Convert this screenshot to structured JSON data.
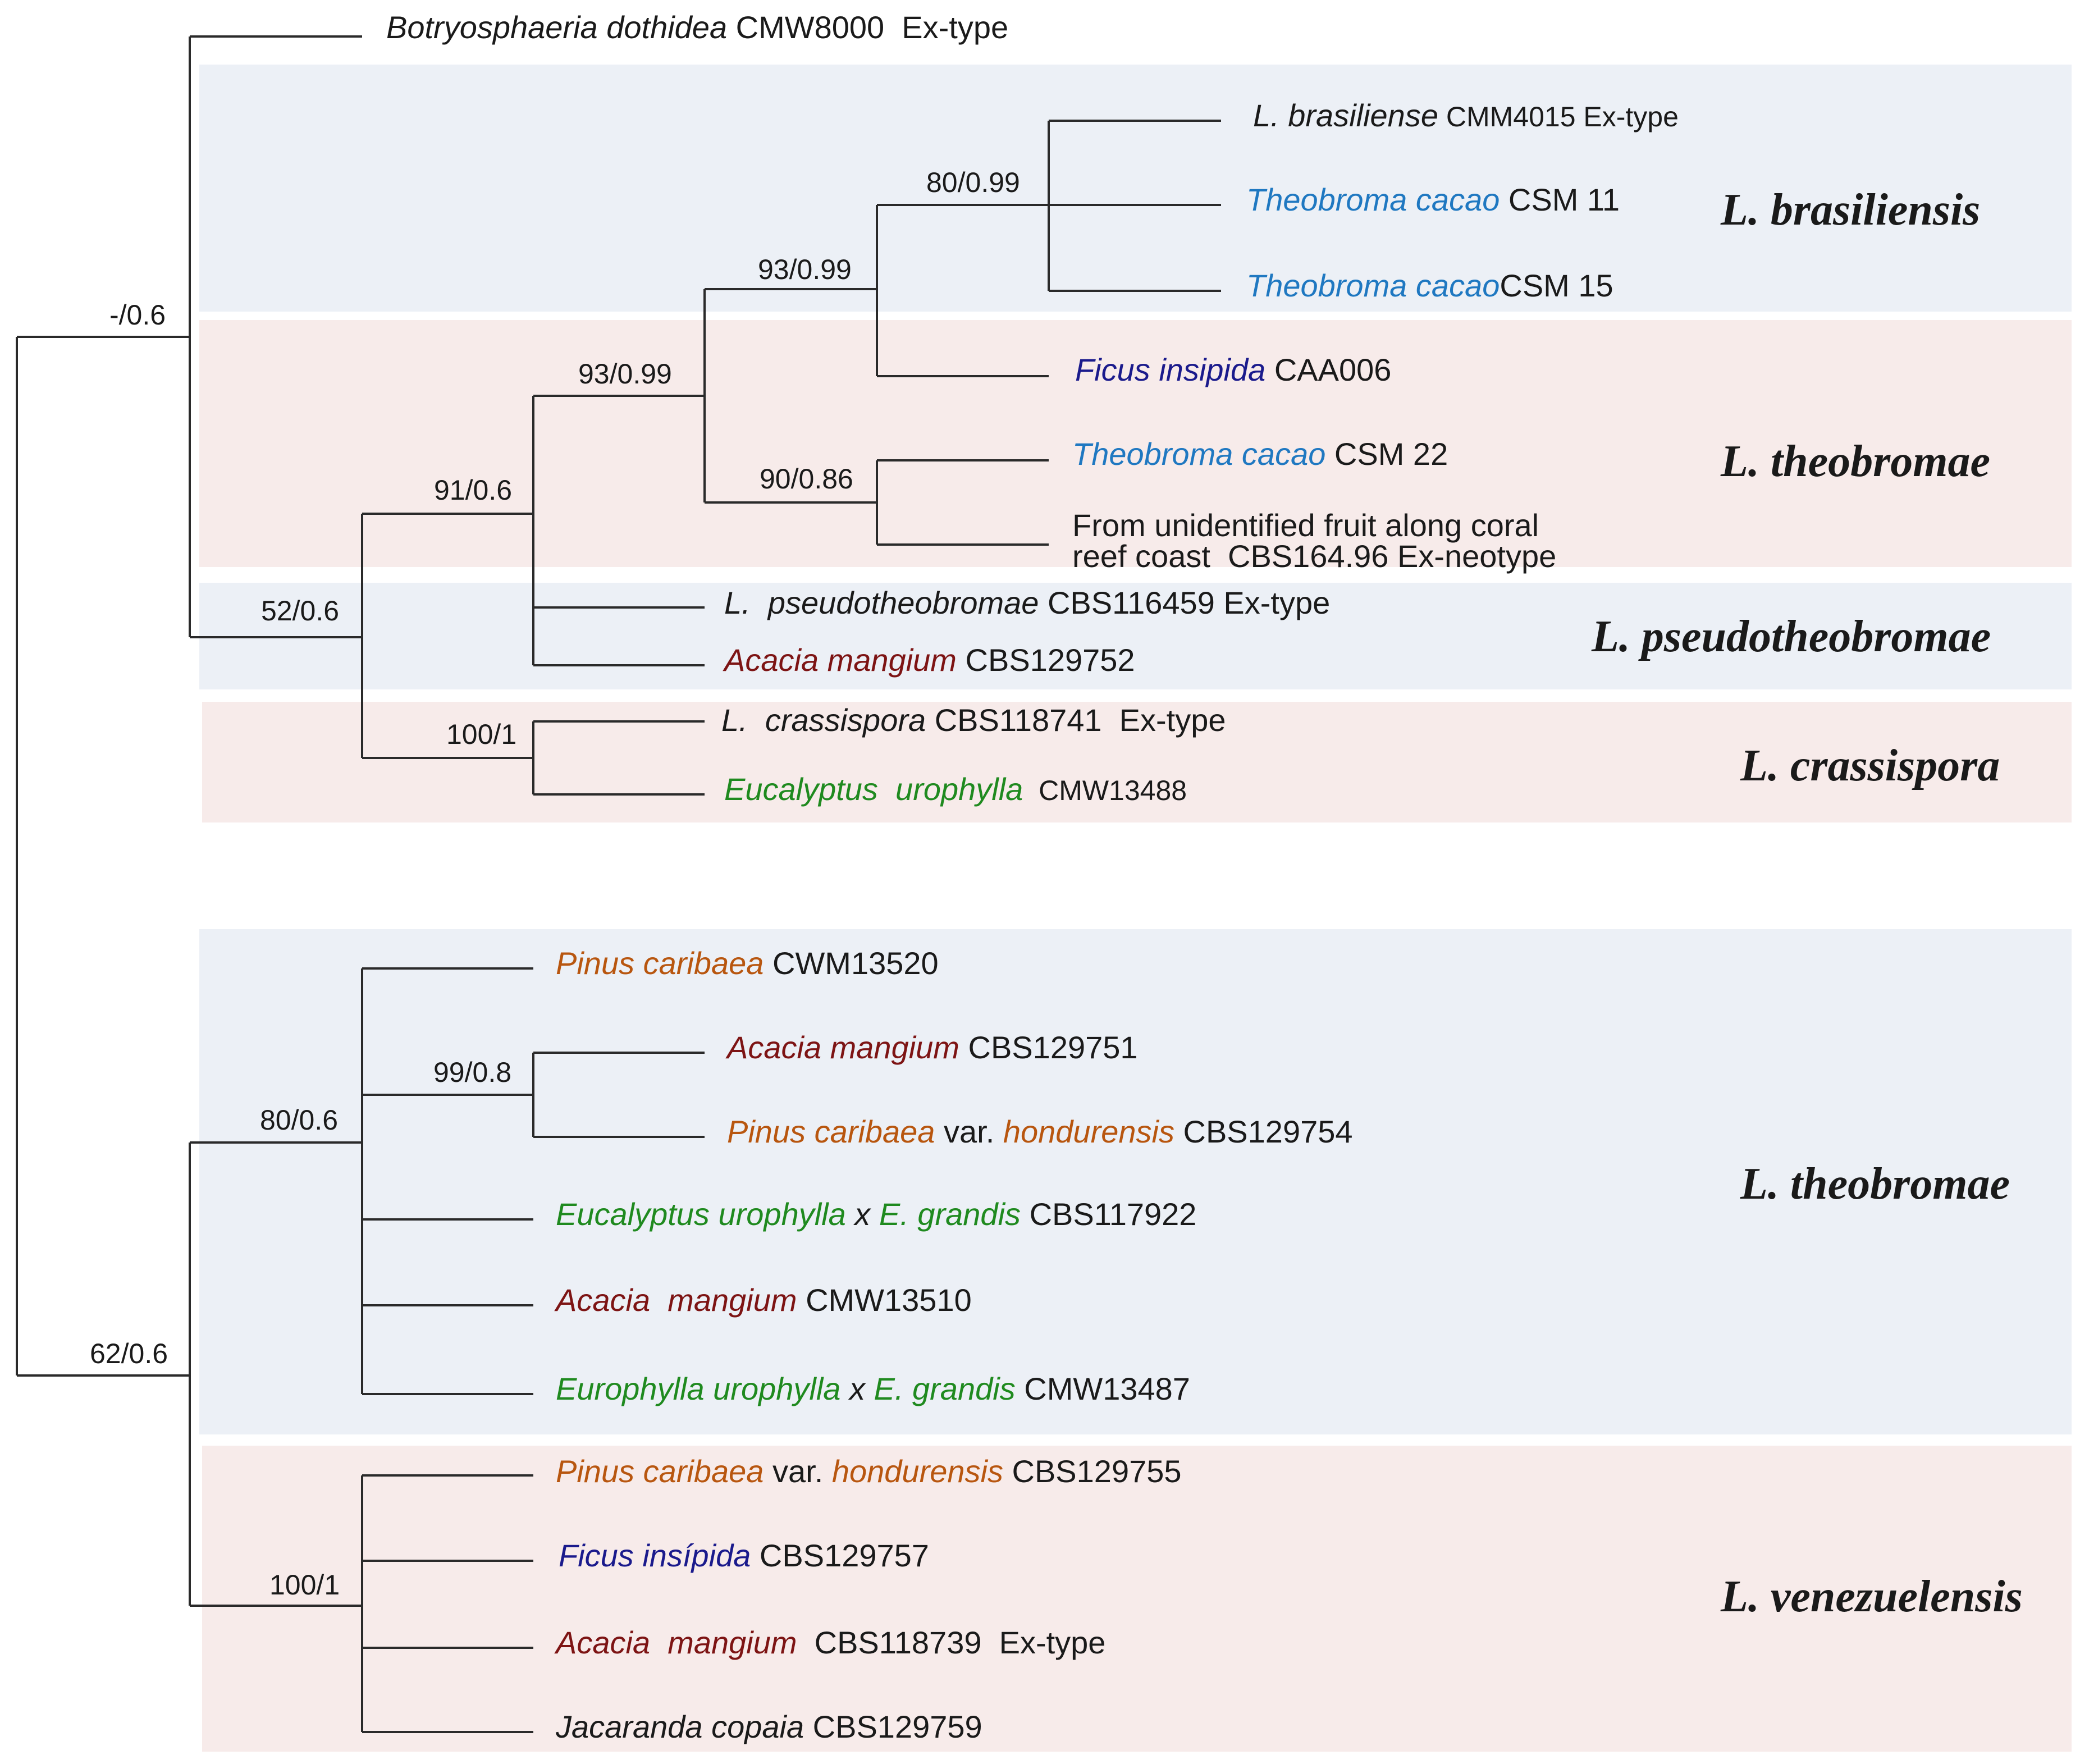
{
  "colors": {
    "black": "#1a1a1a",
    "light_blue": "#1f78c1",
    "navy": "#1a1a8c",
    "maroon": "#7d1414",
    "green": "#1f8a1f",
    "orange": "#b8560f",
    "band_blue": "#ecf0f6",
    "band_pink": "#f7ebea"
  },
  "clades": [
    {
      "name": "L. brasiliensis"
    },
    {
      "name": "L. theobromae"
    },
    {
      "name": "L. pseudotheobromae"
    },
    {
      "name": "L. crassispora"
    },
    {
      "name": "L. theobromae"
    },
    {
      "name": "L. venezuelensis"
    }
  ],
  "bootstrap": [
    "-/0.6",
    "52/0.6",
    "91/0.6",
    "93/0.99",
    "93/0.99",
    "80/0.99",
    "90/0.86",
    "100/1",
    "62/0.6",
    "80/0.6",
    "99/0.8",
    "100/1"
  ],
  "taxa": [
    {
      "parts": [
        {
          "t": "Botryosphaeria",
          "i": true
        },
        {
          "t": " dothidea",
          "i": true
        },
        {
          "t": " CMW8000  Ex-type"
        }
      ]
    },
    {
      "parts": [
        {
          "t": "L. brasiliense",
          "i": true
        },
        {
          "t": " CMM4015 Ex-type",
          "small": true
        }
      ]
    },
    {
      "parts": [
        {
          "t": "Theobroma cacao",
          "i": true,
          "c": "light_blue"
        },
        {
          "t": " CSM 11"
        }
      ]
    },
    {
      "parts": [
        {
          "t": "Theobroma cacao",
          "i": true,
          "c": "light_blue"
        },
        {
          "t": "CSM 15"
        }
      ]
    },
    {
      "parts": [
        {
          "t": "Ficus insipida",
          "i": true,
          "c": "navy"
        },
        {
          "t": " CAA006"
        }
      ]
    },
    {
      "parts": [
        {
          "t": "Theobroma cacao",
          "i": true,
          "c": "light_blue"
        },
        {
          "t": " CSM 22"
        }
      ]
    },
    {
      "parts": [
        {
          "t": "From unidentified fruit along coral"
        }
      ]
    },
    {
      "parts": [
        {
          "t": "reef coast  CBS164.96 Ex-neotype"
        }
      ]
    },
    {
      "parts": [
        {
          "t": "L.  pseudotheobromae",
          "i": true
        },
        {
          "t": " CBS116459 Ex-type"
        }
      ]
    },
    {
      "parts": [
        {
          "t": "Acacia mangium",
          "i": true,
          "c": "maroon"
        },
        {
          "t": " CBS129752"
        }
      ]
    },
    {
      "parts": [
        {
          "t": "L.  crassispora",
          "i": true
        },
        {
          "t": " CBS118741  Ex-type"
        }
      ]
    },
    {
      "parts": [
        {
          "t": "Eucalyptus  urophylla",
          "i": true,
          "c": "green"
        },
        {
          "t": "  CMW13488",
          "small": true
        }
      ]
    },
    {
      "parts": [
        {
          "t": "Pinus caribaea",
          "i": true,
          "c": "orange"
        },
        {
          "t": " CWM13520"
        }
      ]
    },
    {
      "parts": [
        {
          "t": "Acacia mangium",
          "i": true,
          "c": "maroon"
        },
        {
          "t": " CBS129751"
        }
      ]
    },
    {
      "parts": [
        {
          "t": "Pinus caribaea",
          "i": true,
          "c": "orange"
        },
        {
          "t": " var. "
        },
        {
          "t": "hondurensis",
          "i": true,
          "c": "orange"
        },
        {
          "t": " CBS129754"
        }
      ]
    },
    {
      "parts": [
        {
          "t": "Eucalyptus urophylla",
          "i": true,
          "c": "green"
        },
        {
          "t": " x ",
          "i": true
        },
        {
          "t": "E. grandis",
          "i": true,
          "c": "green"
        },
        {
          "t": " CBS117922"
        }
      ]
    },
    {
      "parts": [
        {
          "t": "Acacia  mangium",
          "i": true,
          "c": "maroon"
        },
        {
          "t": " CMW13510"
        }
      ]
    },
    {
      "parts": [
        {
          "t": "Europhylla urophylla",
          "i": true,
          "c": "green"
        },
        {
          "t": " x ",
          "i": true
        },
        {
          "t": "E. grandis",
          "i": true,
          "c": "green"
        },
        {
          "t": " CMW13487"
        }
      ]
    },
    {
      "parts": [
        {
          "t": "Pinus caribaea",
          "i": true,
          "c": "orange"
        },
        {
          "t": " var. "
        },
        {
          "t": "hondurensis",
          "i": true,
          "c": "orange"
        },
        {
          "t": " CBS129755"
        }
      ]
    },
    {
      "parts": [
        {
          "t": "Ficus insípida",
          "i": true,
          "c": "navy"
        },
        {
          "t": " CBS129757"
        }
      ]
    },
    {
      "parts": [
        {
          "t": "Acacia  mangium",
          "i": true,
          "c": "maroon"
        },
        {
          "t": "  CBS118739  Ex-type"
        }
      ]
    },
    {
      "parts": [
        {
          "t": "Jacaranda copaia",
          "i": true
        },
        {
          "t": " CBS129759"
        }
      ]
    }
  ]
}
